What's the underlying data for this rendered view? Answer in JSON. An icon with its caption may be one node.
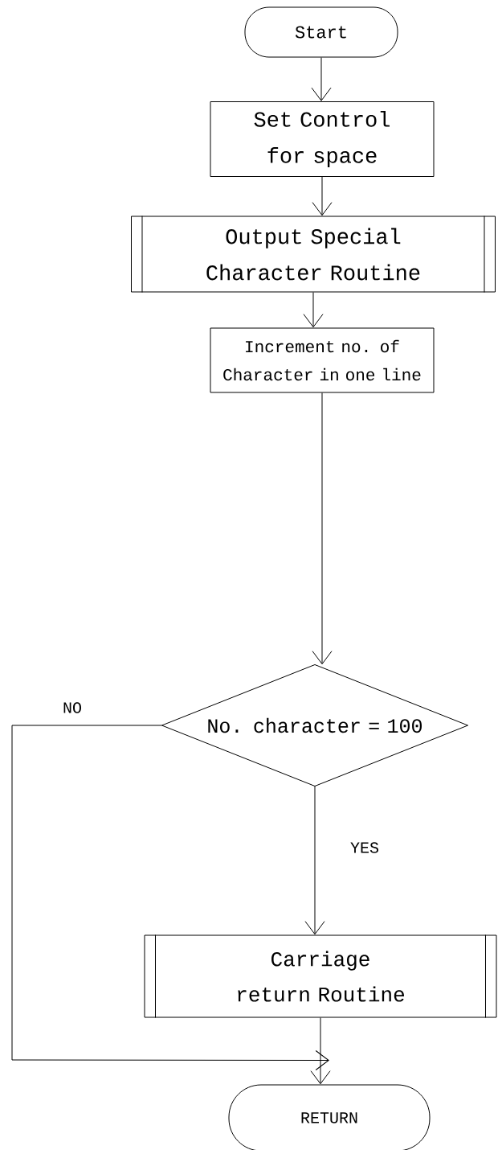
{
  "diagram": {
    "nodes": [
      {
        "text": [
          "Start"
        ]
      },
      {
        "text": [
          "Set Control for space"
        ]
      },
      {
        "text": [
          "Output Special Character Routine"
        ]
      },
      {
        "text": [
          "Increment no. of Character in one line"
        ]
      },
      {
        "text": [
          "No. character = 100"
        ]
      },
      {
        "text": [
          "Carriage return Routine"
        ]
      },
      {
        "text": [
          "RETURN"
        ]
      }
    ],
    "edges": [
      {
        "from": 0,
        "to": 1,
        "arrow": "to"
      },
      {
        "from": 1,
        "to": 2,
        "arrow": "to"
      },
      {
        "from": 2,
        "to": 3,
        "arrow": "to"
      },
      {
        "from": 3,
        "to": 4,
        "arrow": "to"
      },
      {
        "from": 4,
        "to": 5,
        "arrow": "to",
        "label": "YES"
      },
      {
        "from": 4,
        "to": 6,
        "arrow": "to",
        "label": "NO"
      },
      {
        "from": 5,
        "to": 6,
        "arrow": "to"
      }
    ]
  }
}
